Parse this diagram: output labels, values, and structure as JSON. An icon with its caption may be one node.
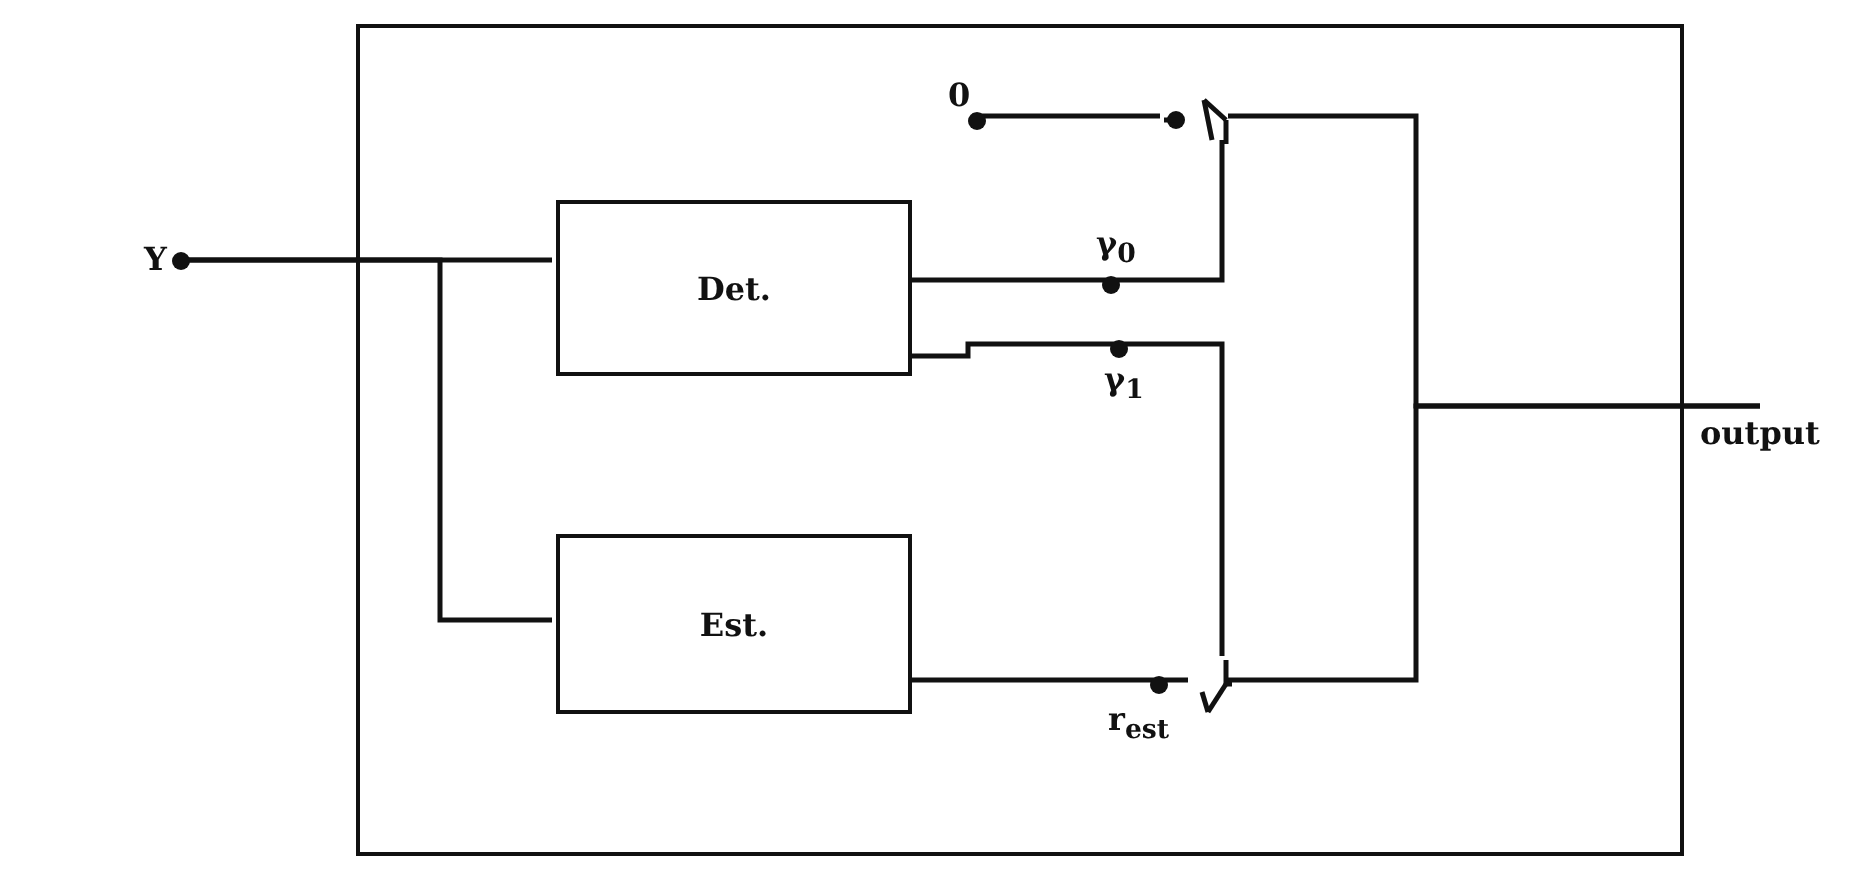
{
  "diagram": {
    "nodes": [
      {
        "text": [],
        "shape": "box"
      },
      {
        "text": [
          "Det."
        ],
        "in": 0
      },
      {
        "text": [
          "Est."
        ],
        "in": 0
      },
      {
        "text": [
          "Y"
        ]
      },
      {
        "text": [
          "0"
        ],
        "in": 0
      },
      {
        "text": [
          "γ$_{0}$"
        ],
        "in": 0
      },
      {
        "text": [
          "γ$_{1}$"
        ],
        "in": 0
      },
      {
        "text": [
          "r$_{est}$"
        ],
        "in": 0
      },
      {
        "text": [],
        "shape": "switch",
        "in": 0
      },
      {
        "text": [],
        "shape": "switch",
        "in": 0
      },
      {
        "text": [
          "output"
        ]
      }
    ],
    "edges": [
      {
        "from": 3,
        "to": 1,
        "arrow": "none"
      },
      {
        "from": 3,
        "to": 2,
        "arrow": "none"
      },
      {
        "from": 1,
        "to": 5,
        "arrow": "none"
      },
      {
        "from": 1,
        "to": 6,
        "arrow": "none"
      },
      {
        "from": 2,
        "to": 7,
        "arrow": "none"
      },
      {
        "from": 4,
        "to": 8,
        "arrow": "none"
      },
      {
        "from": 5,
        "to": 8,
        "arrow": "none"
      },
      {
        "from": 6,
        "to": 9,
        "arrow": "none"
      },
      {
        "from": 7,
        "to": 9,
        "arrow": "none"
      },
      {
        "from": 8,
        "to": 10,
        "arrow": "none"
      },
      {
        "from": 9,
        "to": 10,
        "arrow": "none"
      }
    ]
  }
}
